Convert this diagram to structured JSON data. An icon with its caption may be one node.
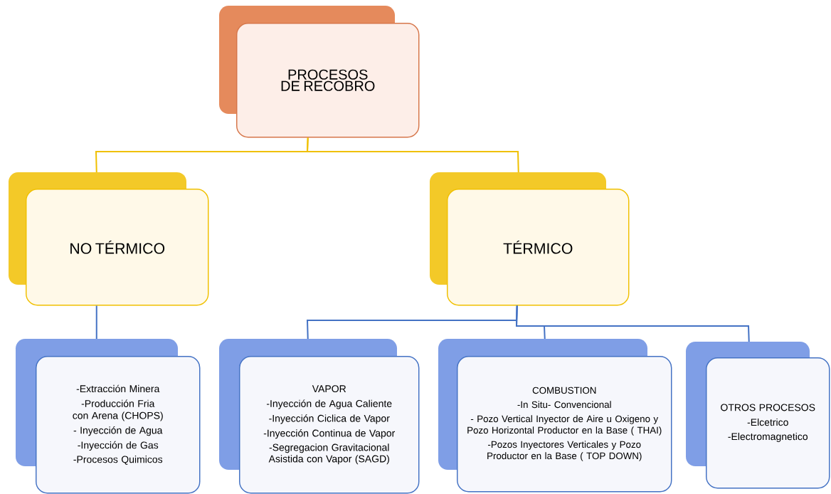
{
  "diagram": {
    "nodes": [
      {
        "text": [
          "PROCESOS DE RECOBRO"
        ]
      },
      {
        "text": [
          "NO TÉRMICO"
        ]
      },
      {
        "text": [
          "TÉRMICO"
        ]
      },
      {
        "text": [
          "-Extracción Minera",
          "-Producción Fria con Arena (CHOPS)",
          "- Inyección de Agua",
          "-Inyección de Gas",
          "-Procesos Quimicos"
        ]
      },
      {
        "text": [
          "VAPOR",
          "-Inyección de Agua Caliente",
          "-Inyección Ciclica de Vapor",
          "-Inyección Continua de Vapor",
          "-Segregacion Gravitacional Asistida con Vapor (SAGD)"
        ]
      },
      {
        "text": [
          "COMBUSTION",
          "-In Situ- Convencional",
          "- Pozo Vertical Inyector de Aire u Oxigeno y Pozo Horizontal Productor en la Base ( THAI)",
          "-Pozos Inyectores Verticales y Pozo Productor en la Base ( TOP DOWN)"
        ]
      },
      {
        "text": [
          "OTROS PROCESOS",
          "-Elcetrico",
          "-Electromagnetico"
        ]
      }
    ],
    "edges": [
      {
        "from": 0,
        "to": 1,
        "arrow": "none",
        "color": "#f0c000"
      },
      {
        "from": 0,
        "to": 2,
        "arrow": "none",
        "color": "#f0c000"
      },
      {
        "from": 1,
        "to": 3,
        "arrow": "none"
      },
      {
        "from": 2,
        "to": 4,
        "arrow": "none"
      },
      {
        "from": 2,
        "to": 5,
        "arrow": "none"
      },
      {
        "from": 2,
        "to": 6,
        "arrow": "none"
      }
    ]
  }
}
